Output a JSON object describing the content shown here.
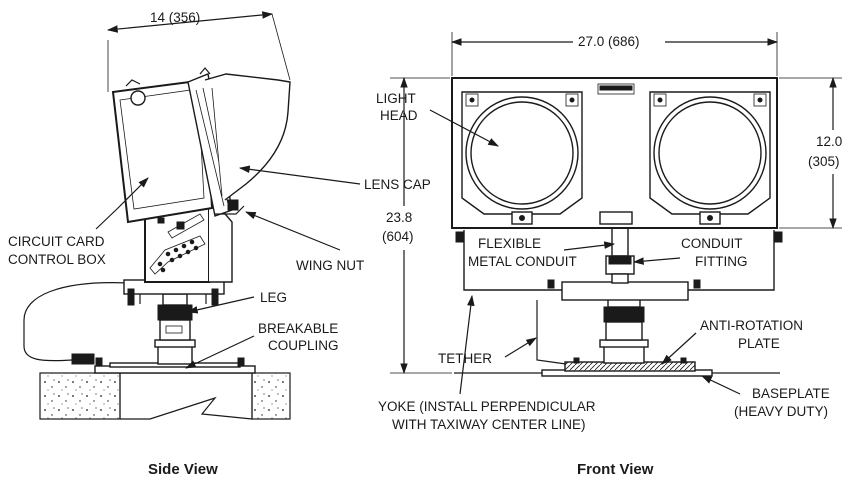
{
  "side_view": {
    "width_dim": "14 (356)",
    "labels": {
      "lens_cap": "LENS CAP",
      "wing_nut": "WING NUT",
      "circuit_card": "CIRCUIT CARD",
      "control_box": "CONTROL BOX",
      "leg": "LEG",
      "breakable": "BREAKABLE",
      "coupling": "COUPLING"
    }
  },
  "front_view": {
    "width_dim": "27.0 (686)",
    "height_dim_top": "23.8",
    "height_dim_bottom": "(604)",
    "head_dim_top": "12.0",
    "head_dim_bottom": "(305)",
    "labels": {
      "light": "LIGHT",
      "head": "HEAD",
      "flexible": "FLEXIBLE",
      "metal_conduit": "METAL CONDUIT",
      "conduit": "CONDUIT",
      "fitting": "FITTING",
      "tether": "TETHER",
      "yoke_line1": "YOKE (INSTALL PERPENDICULAR",
      "yoke_line2": "WITH TAXIWAY CENTER LINE)",
      "anti_rotation": "ANTI-ROTATION",
      "plate": "PLATE",
      "baseplate": "BASEPLATE",
      "heavy_duty": "(HEAVY DUTY)"
    }
  },
  "captions": {
    "side": "Side View",
    "front": "Front View"
  }
}
